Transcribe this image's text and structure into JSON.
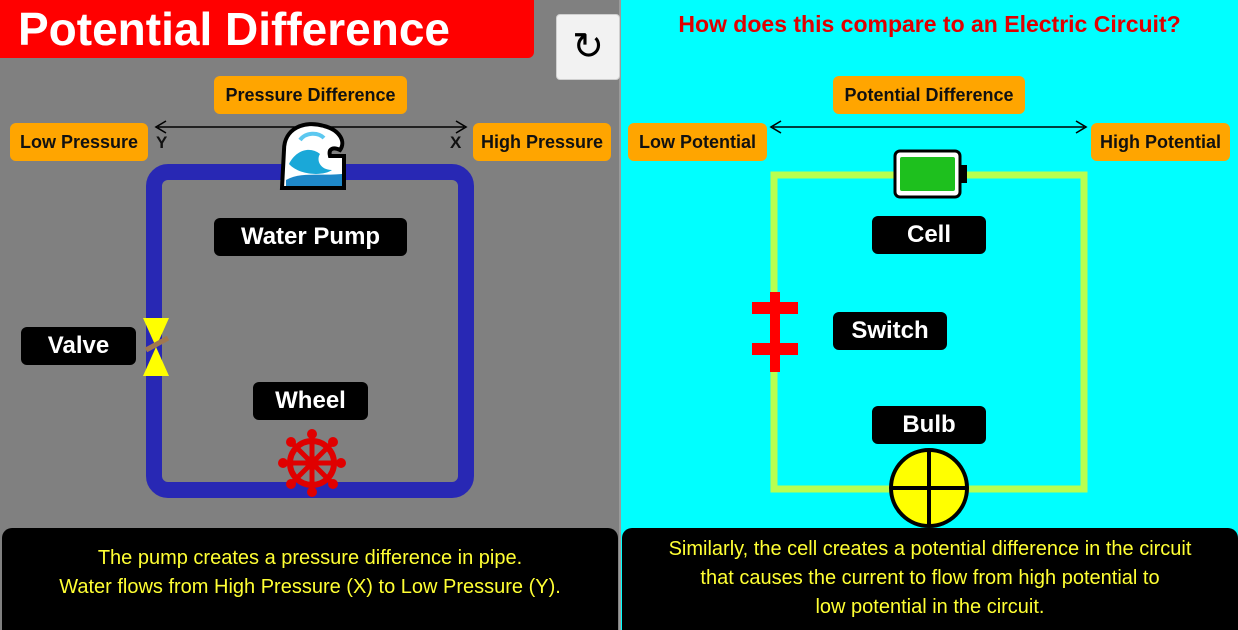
{
  "title": "Potential Difference",
  "reset_symbol": "↻",
  "question": "How does this compare to an Electric Circuit?",
  "left": {
    "difference_label": "Pressure Difference",
    "low_label": "Low Pressure",
    "high_label": "High Pressure",
    "y_marker": "Y",
    "x_marker": "X",
    "pump_label": "Water Pump",
    "valve_label": "Valve",
    "wheel_label": "Wheel",
    "caption_lines": [
      "The pump creates a pressure difference in pipe.",
      "Water flows from High Pressure (X) to Low Pressure (Y)."
    ],
    "pipe_color": "#2828b4"
  },
  "right": {
    "difference_label": "Potential Difference",
    "low_label": "Low Potential",
    "high_label": "High Potential",
    "cell_label": "Cell",
    "switch_label": "Switch",
    "bulb_label": "Bulb",
    "caption_lines": [
      "Similarly, the cell creates a potential difference in the circuit",
      "that causes the current to flow from high potential to",
      "low potential in the circuit."
    ],
    "wire_color": "#b8ff50"
  },
  "icons": {
    "pump": "wave-pump-icon",
    "valve": "valve-icon",
    "wheel": "ship-wheel-icon",
    "cell": "battery-icon",
    "switch": "switch-icon",
    "bulb": "bulb-icon"
  },
  "colors": {
    "title_bg": "#ff0000",
    "label_bg": "#ffa500",
    "caption_text": "#ffff33",
    "left_bg": "#808080",
    "right_bg": "#00ffff"
  }
}
